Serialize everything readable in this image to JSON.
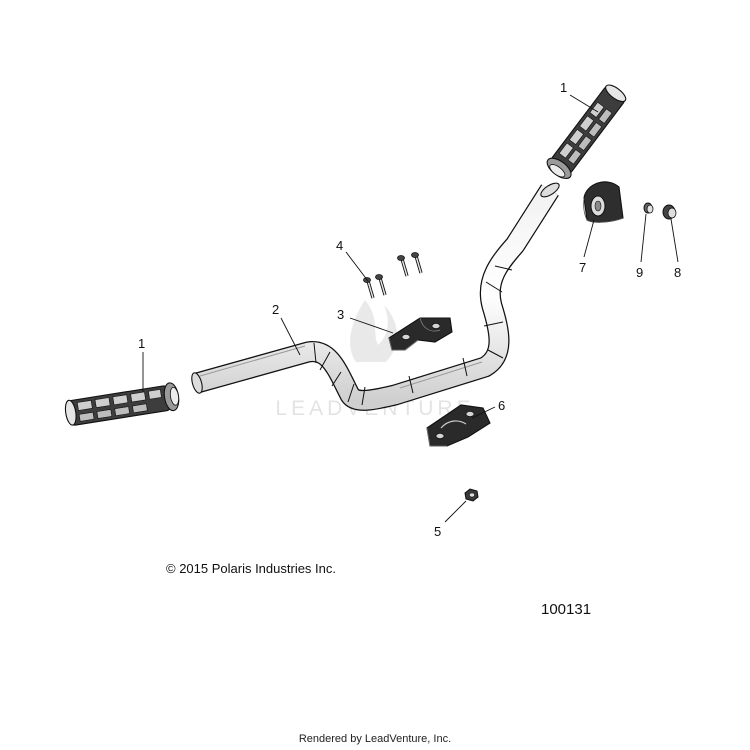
{
  "callouts": {
    "grip_right": "1",
    "grip_left": "1",
    "handlebar": "2",
    "upper_clamp": "3",
    "bolts": "4",
    "nut": "5",
    "lower_clamp": "6",
    "switch_housing": "7",
    "plug": "8",
    "sleeve": "9"
  },
  "watermark": "LEADVENTURE",
  "copyright": "© 2015 Polaris Industries Inc.",
  "drawing_number": "100131",
  "render_credit": "Rendered by LeadVenture, Inc."
}
